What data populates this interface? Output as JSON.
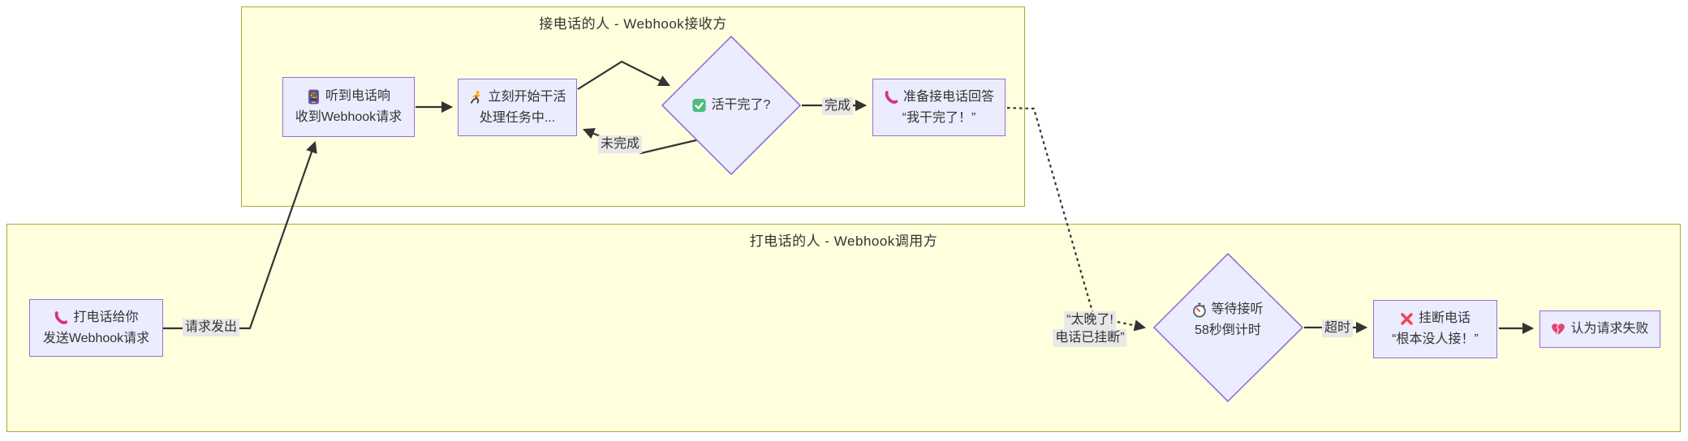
{
  "diagram": {
    "type": "flowchart",
    "clusters": {
      "receiver": {
        "title": "接电话的人 - Webhook接收方"
      },
      "caller": {
        "title": "打电话的人 - Webhook调用方"
      }
    },
    "nodes": {
      "hear": {
        "icon": "vibrating-phone-icon",
        "line1": "听到电话响",
        "line2": "收到Webhook请求"
      },
      "work": {
        "icon": "runner-icon",
        "line1": "立刻开始干活",
        "line2": "处理任务中..."
      },
      "check": {
        "icon": "check-box-icon",
        "label": "活干完了?"
      },
      "answer": {
        "icon": "phone-receiver-icon",
        "line1": "准备接电话回答",
        "line2": "“我干完了！”"
      },
      "call": {
        "icon": "phone-receiver-icon",
        "line1": "打电话给你",
        "line2": "发送Webhook请求"
      },
      "wait": {
        "icon": "stopwatch-icon",
        "line1": "等待接听",
        "line2": "58秒倒计时"
      },
      "hangup": {
        "icon": "cross-mark-icon",
        "line1": "挂断电话",
        "line2": "“根本没人接！”"
      },
      "fail": {
        "icon": "broken-heart-icon",
        "label": "认为请求失败"
      }
    },
    "edge_labels": {
      "request_sent": "请求发出",
      "not_done": "未完成",
      "done": "完成",
      "timeout": "超时",
      "too_late_line1": "“太晚了!",
      "too_late_line2": "电话已挂断”"
    },
    "colors": {
      "cluster_fill": "#ffffde",
      "cluster_border": "#aaaa33",
      "node_fill": "#ececff",
      "node_border": "#9370db",
      "edge": "#333333",
      "text": "#333333",
      "edge_label_bg": "#e8e8e8"
    }
  }
}
